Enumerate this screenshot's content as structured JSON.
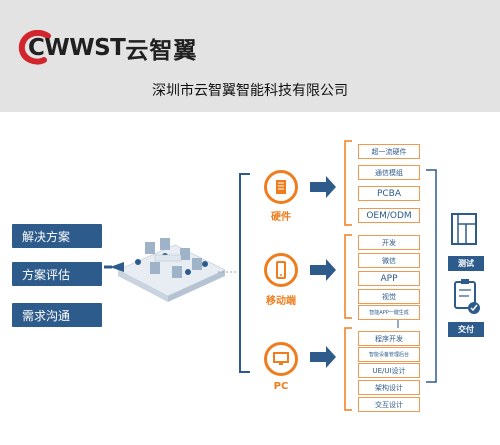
{
  "header": {
    "logo_latin": "CWWST",
    "logo_cn": "云智翼",
    "company_name": "深圳市云智翼智能科技有限公司"
  },
  "left_steps": [
    "解决方案",
    "方案评估",
    "需求沟通"
  ],
  "categories": [
    {
      "label": "硬件",
      "icon": "hardware-chip-icon",
      "items": [
        "超一流硬件",
        "通信模组",
        "PCBA",
        "OEM/ODM"
      ]
    },
    {
      "label": "移动端",
      "icon": "mobile-phone-icon",
      "items": [
        "开发",
        "微信",
        "APP",
        "视觉",
        "智能APP一键生成"
      ]
    },
    {
      "label": "PC",
      "icon": "pc-monitor-icon",
      "items": [
        "程序开发",
        "智能设备管理后台",
        "UE/UI设计",
        "架构设计",
        "交互设计"
      ]
    }
  ],
  "outcomes": [
    {
      "label": "测试",
      "icon": "test-panel-icon"
    },
    {
      "label": "交付",
      "icon": "delivery-checklist-icon"
    }
  ],
  "colors": {
    "accent_orange": "#ef7d1d",
    "brand_blue": "#2d5b8b",
    "logo_red": "#d1262c"
  }
}
